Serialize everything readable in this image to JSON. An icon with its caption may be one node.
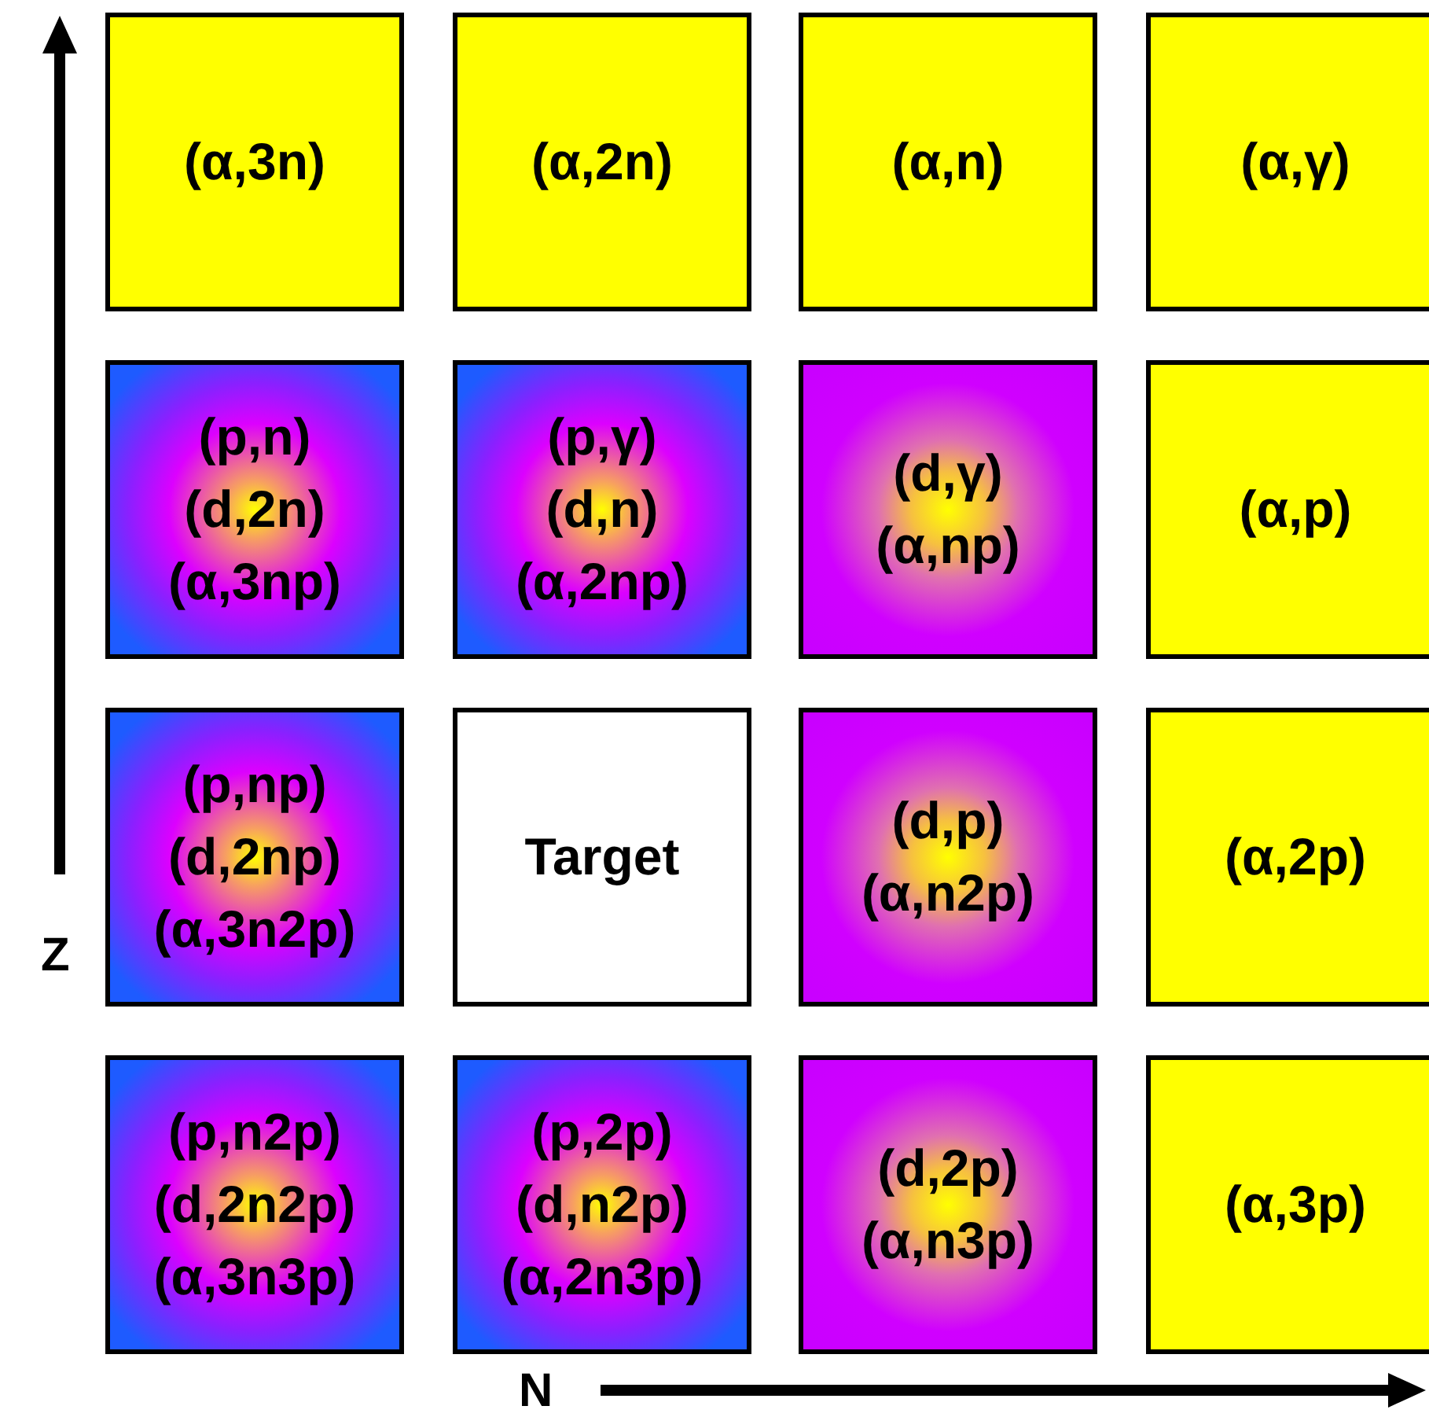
{
  "diagram": {
    "nodes": [
      {
        "text": [
          "(α,3n)"
        ]
      },
      {
        "text": [
          "(α,2n)"
        ]
      },
      {
        "text": [
          "(α,n)"
        ]
      },
      {
        "text": [
          "(α,γ)"
        ]
      },
      {
        "text": [
          "(p,n)",
          "(d,2n)",
          "(α,3np)"
        ]
      },
      {
        "text": [
          "(p,γ)",
          "(d,n)",
          "(α,2np)"
        ]
      },
      {
        "text": [
          "(d,γ)",
          "(α,np)"
        ]
      },
      {
        "text": [
          "(α,p)"
        ]
      },
      {
        "text": [
          "(p,np)",
          "(d,2np)",
          "(α,3n2p)"
        ]
      },
      {
        "text": [
          "Target"
        ]
      },
      {
        "text": [
          "(d,p)",
          "(α,n2p)"
        ]
      },
      {
        "text": [
          "(α,2p)"
        ]
      },
      {
        "text": [
          "(p,n2p)",
          "(d,2n2p)",
          "(α,3n3p)"
        ]
      },
      {
        "text": [
          "(p,2p)",
          "(d,n2p)",
          "(α,2n3p)"
        ]
      },
      {
        "text": [
          "(d,2p)",
          "(α,n3p)"
        ]
      },
      {
        "text": [
          "(α,3p)"
        ]
      }
    ],
    "labels": [
      "Z",
      "N"
    ]
  }
}
